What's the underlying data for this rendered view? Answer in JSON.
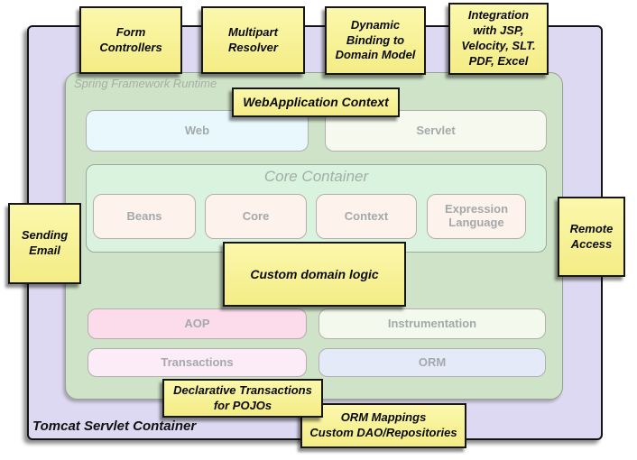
{
  "colors": {
    "note_yellow": "#f8f296",
    "note_border": "#161616",
    "container_lavender": "#ded9f2",
    "runtime_green": "#cfe3c8",
    "core_mint": "#d9f3de",
    "web_cyan": "#e9f8fc",
    "servlet_cream": "#f6faee",
    "core_module_pink": "#fdf3ec",
    "aop_pink": "#fcdcea",
    "instrumentation_green": "#f3f9ed",
    "transactions_pink": "#fbecf7",
    "orm_blue": "#e4eaf8",
    "muted_label_gray": "#a3a9ab"
  },
  "containers": {
    "tomcat_label": "Tomcat Servlet Container",
    "runtime_label": "Spring Framework Runtime",
    "core_label": "Core Container"
  },
  "modules": {
    "web": "Web",
    "servlet": "Servlet",
    "beans": "Beans",
    "core": "Core",
    "context": "Context",
    "expression": "Expression\nLanguage",
    "aop": "AOP",
    "instrumentation": "Instrumentation",
    "transactions": "Transactions",
    "orm": "ORM"
  },
  "notes": {
    "form_controllers": "Form\nControllers",
    "multipart_resolver": "Multipart\nResolver",
    "dynamic_binding": "Dynamic\nBinding to\nDomain Model",
    "integration": "Integration\nwith JSP,\nVelocity, SLT.\nPDF, Excel",
    "webapplication_context": "WebApplication Context",
    "sending_email": "Sending\nEmail",
    "remote_access": "Remote\nAccess",
    "custom_domain_logic": "Custom domain logic",
    "declarative_transactions": "Declarative Transactions\nfor POJOs",
    "orm_mappings": "ORM Mappings\nCustom DAO/Repositories"
  }
}
